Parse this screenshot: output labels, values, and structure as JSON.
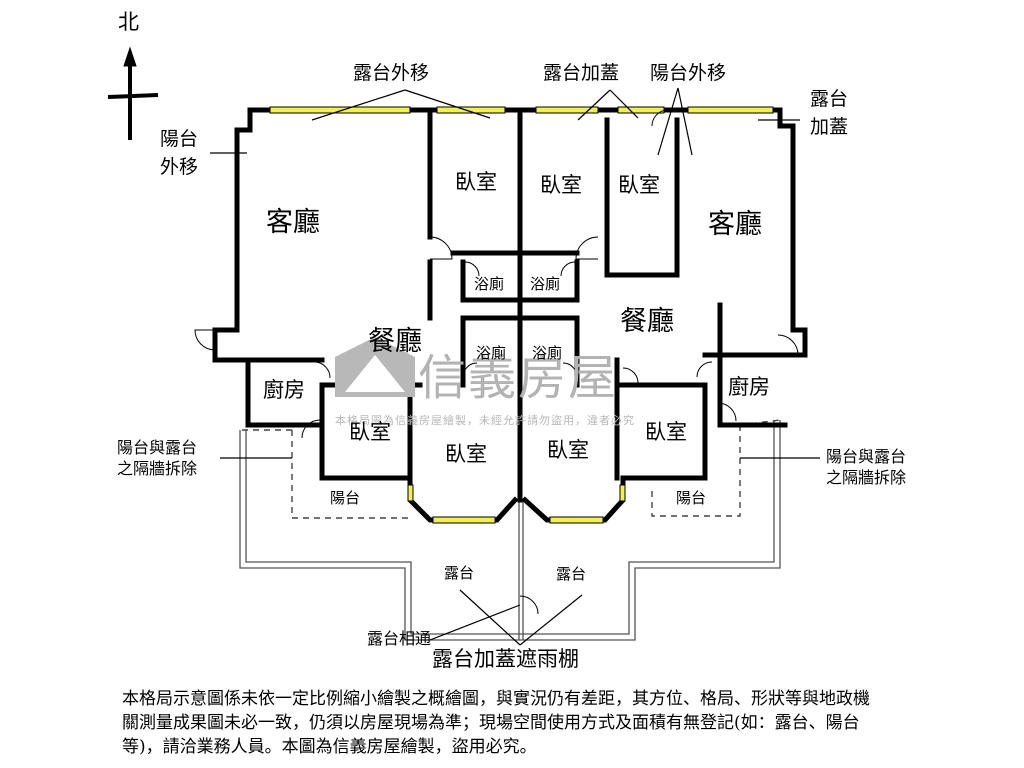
{
  "labels": {
    "north": "北",
    "terrace_out": "露台外移",
    "terrace_cover_top": "露台加蓋",
    "balcony_out_top": "陽台外移",
    "terrace_cover_right_1": "露台",
    "terrace_cover_right_2": "加蓋",
    "balcony_out_left_1": "陽台",
    "balcony_out_left_2": "外移",
    "living_left": "客廳",
    "living_right": "客廳",
    "bedroom_1": "臥室",
    "bedroom_2": "臥室",
    "bedroom_3": "臥室",
    "bedroom_4": "臥室",
    "bedroom_5": "臥室",
    "bedroom_6": "臥室",
    "bedroom_7": "臥室",
    "bath_1": "浴廁",
    "bath_2": "浴廁",
    "bath_3": "浴廁",
    "bath_4": "浴廁",
    "dining_left": "餐廳",
    "dining_right": "餐廳",
    "kitchen_left": "廚房",
    "kitchen_right": "廚房",
    "wall_removed_left_1": "陽台與露台",
    "wall_removed_left_2": "之隔牆拆除",
    "wall_removed_right_1": "陽台與露台",
    "wall_removed_right_2": "之隔牆拆除",
    "balcony_left": "陽台",
    "balcony_right": "陽台",
    "terrace_left": "露台",
    "terrace_right": "露台",
    "terrace_connect": "露台相通",
    "terrace_canopy": "露台加蓋遮雨棚"
  },
  "watermark": {
    "brand": "信義房屋",
    "notice": "本格局圖為信義房屋繪製，未經允許請勿盜用，違者必究"
  },
  "note": "本格局示意圖係未依一定比例縮小繪製之概繪圖，與實況仍有差距，其方位、格局、形狀等與地政機關測量成果圖未必一致，仍須以房屋現場為準；現場空間使用方式及面積有無登記(如：露台、陽台等)，請洽業務人員。本圖為信義房屋繪製，盜用必究。",
  "colors": {
    "wall": "#000000",
    "window": "#f2ef55",
    "watermark": "#b3b3b3"
  }
}
